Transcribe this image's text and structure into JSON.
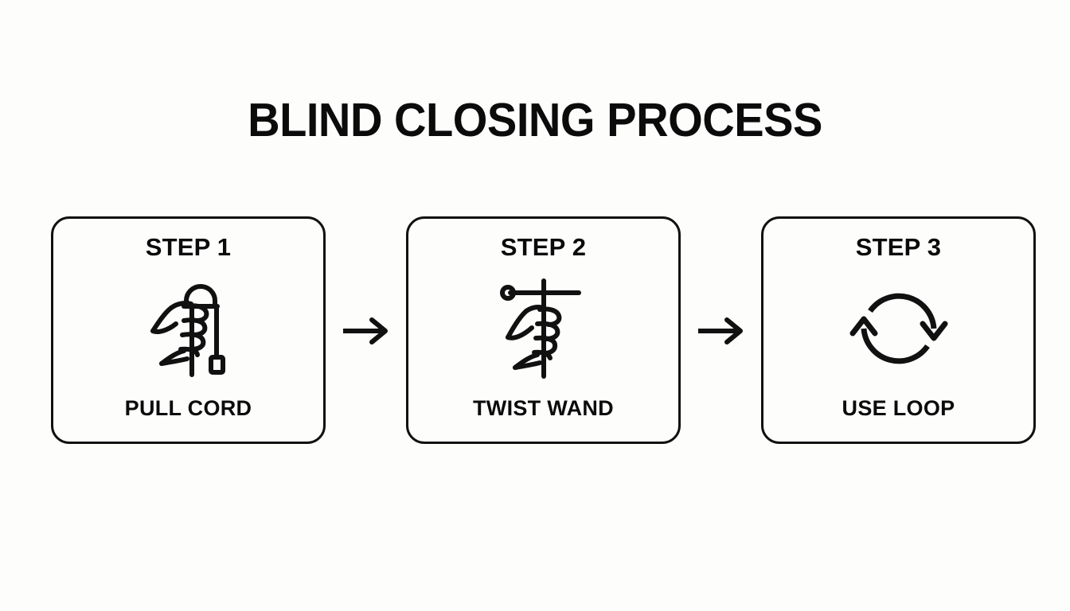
{
  "page": {
    "title": "BLIND CLOSING PROCESS",
    "background_color": "#fdfdfc",
    "ink_color": "#111111"
  },
  "steps": [
    {
      "heading": "STEP 1",
      "label": "PULL CORD",
      "icon": "hand-pull-cord-icon"
    },
    {
      "heading": "STEP 2",
      "label": "TWIST WAND",
      "icon": "hand-twist-wand-icon"
    },
    {
      "heading": "STEP 3",
      "label": "USE LOOP",
      "icon": "loop-cycle-arrows-icon"
    }
  ],
  "connectors": [
    {
      "icon": "arrow-right-icon"
    },
    {
      "icon": "arrow-right-icon"
    }
  ]
}
